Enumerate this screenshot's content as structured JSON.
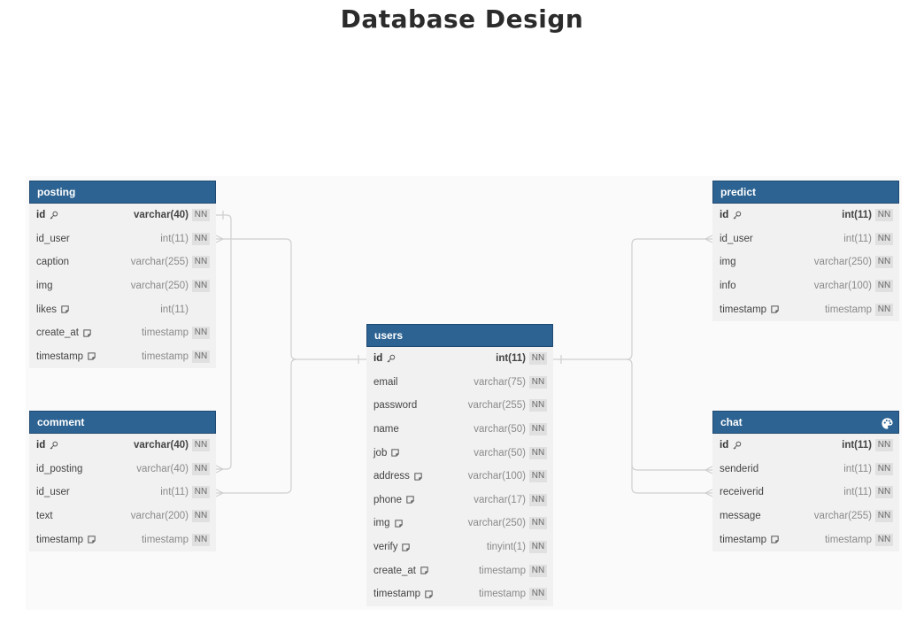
{
  "page": {
    "title": "Database Design"
  },
  "colors": {
    "header": "#2d6392",
    "row_bg": "#f1f1f1",
    "canvas_bg": "#fafafa",
    "line": "#cfcfcf"
  },
  "tables": [
    {
      "name": "posting",
      "fields": [
        {
          "name": "id",
          "type": "varchar(40)",
          "nn": "NN",
          "pk": true,
          "icon": "key-icon"
        },
        {
          "name": "id_user",
          "type": "int(11)",
          "nn": "NN"
        },
        {
          "name": "caption",
          "type": "varchar(255)",
          "nn": "NN"
        },
        {
          "name": "img",
          "type": "varchar(250)",
          "nn": "NN"
        },
        {
          "name": "likes",
          "type": "int(11)",
          "nn": "",
          "icon": "note-icon"
        },
        {
          "name": "create_at",
          "type": "timestamp",
          "nn": "NN",
          "icon": "note-icon"
        },
        {
          "name": "timestamp",
          "type": "timestamp",
          "nn": "NN",
          "icon": "note-icon"
        }
      ]
    },
    {
      "name": "comment",
      "fields": [
        {
          "name": "id",
          "type": "varchar(40)",
          "nn": "NN",
          "pk": true,
          "icon": "key-icon"
        },
        {
          "name": "id_posting",
          "type": "varchar(40)",
          "nn": "NN"
        },
        {
          "name": "id_user",
          "type": "int(11)",
          "nn": "NN"
        },
        {
          "name": "text",
          "type": "varchar(200)",
          "nn": "NN"
        },
        {
          "name": "timestamp",
          "type": "timestamp",
          "nn": "NN",
          "icon": "note-icon"
        }
      ]
    },
    {
      "name": "users",
      "fields": [
        {
          "name": "id",
          "type": "int(11)",
          "nn": "NN",
          "pk": true,
          "icon": "key-icon"
        },
        {
          "name": "email",
          "type": "varchar(75)",
          "nn": "NN"
        },
        {
          "name": "password",
          "type": "varchar(255)",
          "nn": "NN"
        },
        {
          "name": "name",
          "type": "varchar(50)",
          "nn": "NN"
        },
        {
          "name": "job",
          "type": "varchar(50)",
          "nn": "NN",
          "icon": "note-icon"
        },
        {
          "name": "address",
          "type": "varchar(100)",
          "nn": "NN",
          "icon": "note-icon"
        },
        {
          "name": "phone",
          "type": "varchar(17)",
          "nn": "NN",
          "icon": "note-icon"
        },
        {
          "name": "img",
          "type": "varchar(250)",
          "nn": "NN",
          "icon": "note-icon"
        },
        {
          "name": "verify",
          "type": "tinyint(1)",
          "nn": "NN",
          "icon": "note-icon"
        },
        {
          "name": "create_at",
          "type": "timestamp",
          "nn": "NN",
          "icon": "note-icon"
        },
        {
          "name": "timestamp",
          "type": "timestamp",
          "nn": "NN",
          "icon": "note-icon"
        }
      ]
    },
    {
      "name": "predict",
      "fields": [
        {
          "name": "id",
          "type": "int(11)",
          "nn": "NN",
          "pk": true,
          "icon": "key-icon"
        },
        {
          "name": "id_user",
          "type": "int(11)",
          "nn": "NN"
        },
        {
          "name": "img",
          "type": "varchar(250)",
          "nn": "NN"
        },
        {
          "name": "info",
          "type": "varchar(100)",
          "nn": "NN"
        },
        {
          "name": "timestamp",
          "type": "timestamp",
          "nn": "NN",
          "icon": "note-icon"
        }
      ]
    },
    {
      "name": "chat",
      "header_icon": "palette-icon",
      "fields": [
        {
          "name": "id",
          "type": "int(11)",
          "nn": "NN",
          "pk": true,
          "icon": "key-icon"
        },
        {
          "name": "senderid",
          "type": "int(11)",
          "nn": "NN"
        },
        {
          "name": "receiverid",
          "type": "int(11)",
          "nn": "NN"
        },
        {
          "name": "message",
          "type": "varchar(255)",
          "nn": "NN"
        },
        {
          "name": "timestamp",
          "type": "timestamp",
          "nn": "NN",
          "icon": "note-icon"
        }
      ]
    }
  ]
}
